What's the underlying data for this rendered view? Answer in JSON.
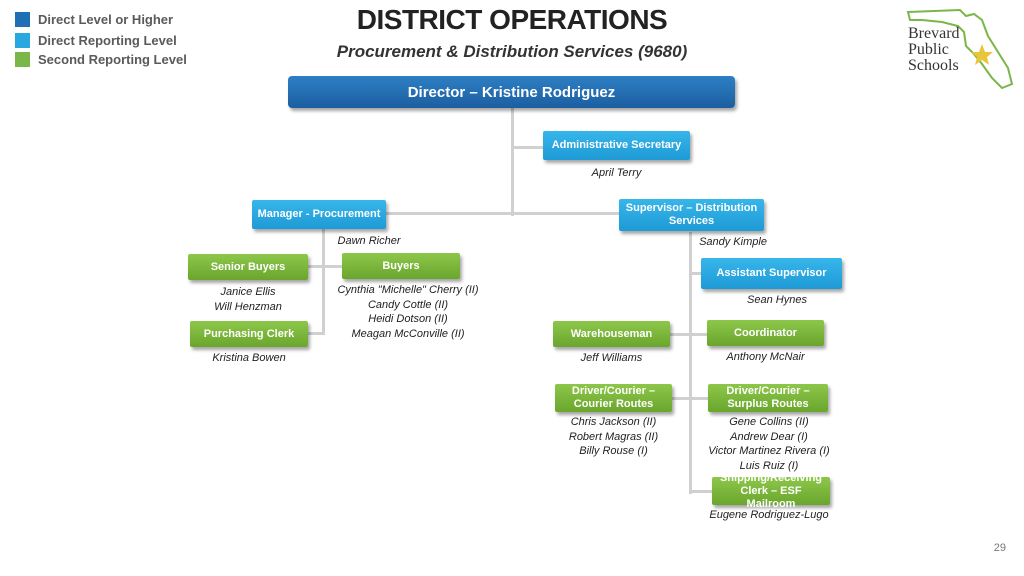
{
  "legend": [
    {
      "label": "Direct Level or Higher",
      "color": "#1f6fb5"
    },
    {
      "label": "Direct Reporting Level",
      "color": "#29a8e0"
    },
    {
      "label": "Second Reporting Level",
      "color": "#7ab648"
    }
  ],
  "header": {
    "title": "DISTRICT OPERATIONS",
    "subtitle": "Procurement & Distribution Services (9680)"
  },
  "logo": {
    "line1": "Brevard",
    "line2": "Public",
    "line3": "Schools"
  },
  "org": {
    "director": "Director – Kristine Rodriguez",
    "admin_secretary": {
      "title": "Administrative Secretary",
      "names": [
        "April Terry"
      ]
    },
    "manager_procurement": {
      "title": "Manager - Procurement",
      "names": [
        "Dawn Richer"
      ]
    },
    "supervisor_distribution": {
      "title": "Supervisor – Distribution Services",
      "names": [
        "Sandy Kimple"
      ]
    },
    "senior_buyers": {
      "title": "Senior Buyers",
      "names": [
        "Janice Ellis",
        "Will Henzman"
      ]
    },
    "buyers": {
      "title": "Buyers",
      "names": [
        "Cynthia \"Michelle\" Cherry (II)",
        "Candy Cottle (II)",
        "Heidi Dotson (II)",
        "Meagan McConville (II)"
      ]
    },
    "purchasing_clerk": {
      "title": "Purchasing Clerk",
      "names": [
        "Kristina Bowen"
      ]
    },
    "assistant_supervisor": {
      "title": "Assistant Supervisor",
      "names": [
        "Sean Hynes"
      ]
    },
    "warehouseman": {
      "title": "Warehouseman",
      "names": [
        "Jeff Williams"
      ]
    },
    "coordinator": {
      "title": "Coordinator",
      "names": [
        "Anthony McNair"
      ]
    },
    "driver_courier": {
      "title": "Driver/Courier – Courier Routes",
      "names": [
        "Chris Jackson (II)",
        "Robert Magras (II)",
        "Billy Rouse (I)"
      ]
    },
    "driver_surplus": {
      "title": "Driver/Courier – Surplus Routes",
      "names": [
        "Gene Collins (II)",
        "Andrew Dear (I)",
        "Victor Martinez Rivera (I)",
        "Luis Ruiz (I)"
      ]
    },
    "shipping_receiving": {
      "title": "Shipping/Receiving Clerk – ESF Mailroom",
      "names": [
        "Eugene Rodriguez-Lugo"
      ]
    }
  },
  "page_number": "29"
}
